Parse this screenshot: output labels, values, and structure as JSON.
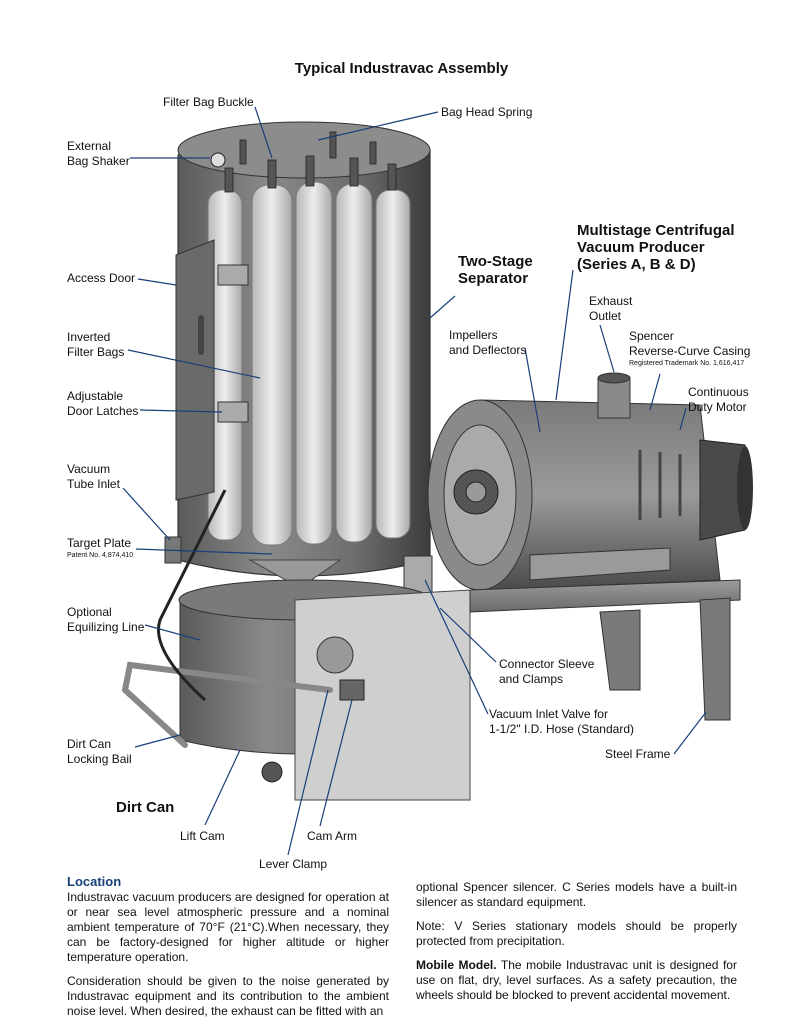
{
  "title": "Typical Industravac Assembly",
  "labels": {
    "filter_bag_buckle": "Filter Bag Buckle",
    "bag_head_spring": "Bag Head Spring",
    "external_bag_shaker": [
      "External",
      "Bag Shaker"
    ],
    "access_door": "Access Door",
    "inverted_filter_bags": [
      "Inverted",
      "Filter Bags"
    ],
    "adjustable_door_latches": [
      "Adjustable",
      "Door Latches"
    ],
    "vacuum_tube_inlet": [
      "Vacuum",
      "Tube Inlet"
    ],
    "target_plate": "Target Plate",
    "target_plate_patent": "Patent No. 4,874,410",
    "optional_equalizing_line": [
      "Optional",
      "Equilizing Line"
    ],
    "dirt_can_locking_bail": [
      "Dirt Can",
      "Locking Bail"
    ],
    "dirt_can": "Dirt Can",
    "lift_cam": "Lift Cam",
    "cam_arm": "Cam Arm",
    "lever_clamp": "Lever Clamp",
    "two_stage_separator": [
      "Two-Stage",
      "Separator"
    ],
    "multistage_producer": [
      "Multistage Centrifugal",
      "Vacuum Producer",
      "(Series A, B & D)"
    ],
    "exhaust_outlet": [
      "Exhaust",
      "Outlet"
    ],
    "impellers_deflectors": [
      "Impellers",
      "and Deflectors"
    ],
    "spencer_casing": [
      "Spencer",
      "Reverse-Curve Casing"
    ],
    "spencer_trademark": "Registered Trademark No. 1,616,417",
    "continuous_motor": [
      "Continuous",
      "Duty Motor"
    ],
    "connector_sleeve": [
      "Connector Sleeve",
      "and Clamps"
    ],
    "vacuum_inlet_valve": [
      "Vacuum Inlet Valve for",
      "1-1/2\" I.D. Hose (Standard)"
    ],
    "steel_frame": "Steel Frame"
  },
  "body": {
    "location_heading": "Location",
    "location_p1": "Industravac vacuum producers are designed for operation at or near sea level atmospheric pressure and a nominal ambient temperature of 70°F (21°C).When necessary, they can be factory-designed for higher altitude or higher temperature operation.",
    "location_p2": "Consideration should be given to the noise generated by Industravac equipment and its contribution to the ambient noise level. When desired, the exhaust can be fitted with an",
    "right_p1": "optional Spencer silencer. C Series models have a built-in silencer as standard equipment.",
    "right_p2": "Note: V Series stationary models should be properly protected from precipitation.",
    "mobile_heading": "Mobile Model.",
    "mobile_text": " The mobile Industravac unit is designed for use on flat, dry, level surfaces. As a safety precaution, the wheels should be blocked to prevent accidental movement."
  }
}
